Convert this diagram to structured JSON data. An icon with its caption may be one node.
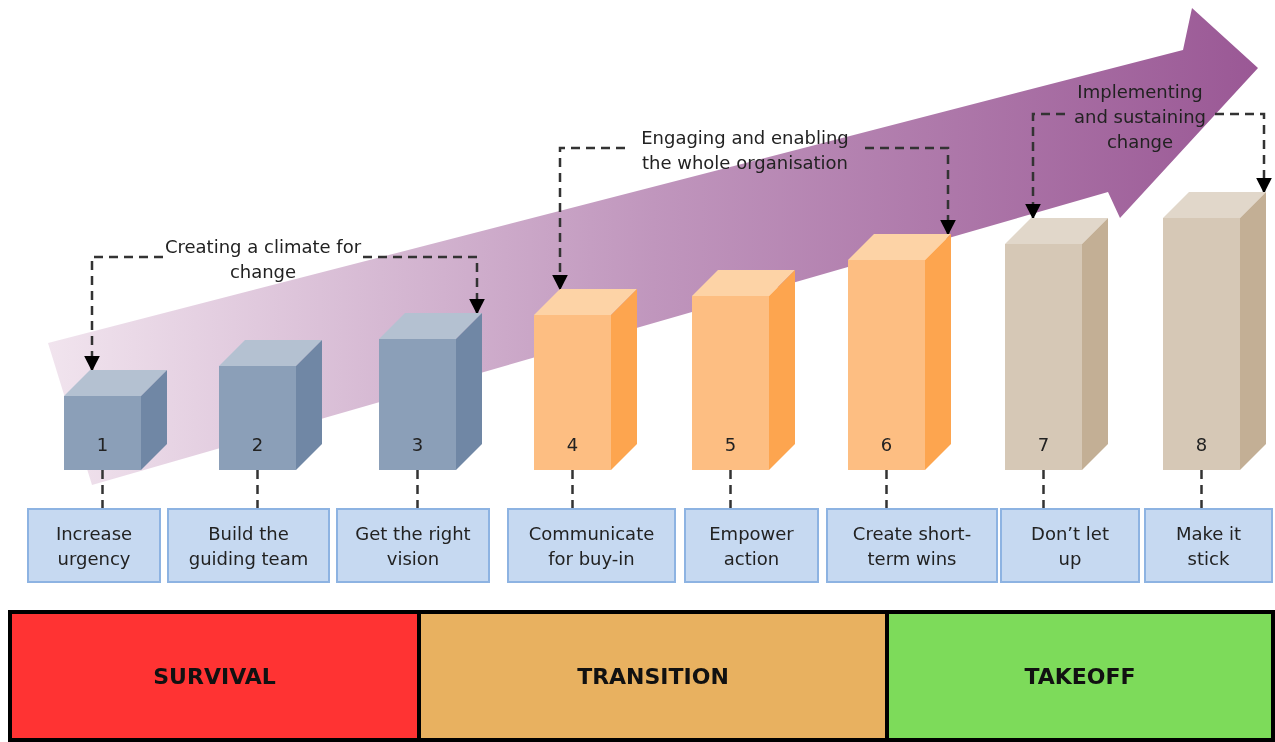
{
  "diagram": {
    "nodes": [
      {
        "text": [
          "Creating a climate for change"
        ]
      },
      {
        "text": [
          "Engaging and enabling the whole organisation"
        ]
      },
      {
        "text": [
          "Implementing and sustaining change"
        ]
      },
      {
        "text": [
          "1"
        ]
      },
      {
        "text": [
          "2"
        ]
      },
      {
        "text": [
          "3"
        ]
      },
      {
        "text": [
          "4"
        ]
      },
      {
        "text": [
          "5"
        ]
      },
      {
        "text": [
          "6"
        ]
      },
      {
        "text": [
          "7"
        ]
      },
      {
        "text": [
          "8"
        ]
      },
      {
        "text": [
          "Increase urgency"
        ]
      },
      {
        "text": [
          "Build the guiding team"
        ]
      },
      {
        "text": [
          "Get the right vision"
        ]
      },
      {
        "text": [
          "Communicate for buy-in"
        ]
      },
      {
        "text": [
          "Empower action"
        ]
      },
      {
        "text": [
          "Create short-term wins"
        ]
      },
      {
        "text": [
          "Don’t let up"
        ]
      },
      {
        "text": [
          "Make it stick"
        ]
      },
      {
        "text": [
          "SURVIVAL"
        ]
      },
      {
        "text": [
          "TRANSITION"
        ]
      },
      {
        "text": [
          "TAKEOFF"
        ]
      }
    ],
    "edges": [
      {
        "from": 0,
        "to": 3,
        "arrow": "to",
        "style": "dashed"
      },
      {
        "from": 0,
        "to": 5,
        "arrow": "to",
        "style": "dashed"
      },
      {
        "from": 1,
        "to": 6,
        "arrow": "to",
        "style": "dashed"
      },
      {
        "from": 1,
        "to": 8,
        "arrow": "to",
        "style": "dashed"
      },
      {
        "from": 2,
        "to": 9,
        "arrow": "to",
        "style": "dashed"
      },
      {
        "from": 2,
        "to": 10,
        "arrow": "to",
        "style": "dashed"
      },
      {
        "from": 3,
        "to": 11,
        "arrow": "none",
        "style": "dashed"
      },
      {
        "from": 4,
        "to": 12,
        "arrow": "none",
        "style": "dashed"
      },
      {
        "from": 5,
        "to": 13,
        "arrow": "none",
        "style": "dashed"
      },
      {
        "from": 6,
        "to": 14,
        "arrow": "none",
        "style": "dashed"
      },
      {
        "from": 7,
        "to": 15,
        "arrow": "none",
        "style": "dashed"
      },
      {
        "from": 8,
        "to": 16,
        "arrow": "none",
        "style": "dashed"
      },
      {
        "from": 9,
        "to": 17,
        "arrow": "none",
        "style": "dashed"
      },
      {
        "from": 10,
        "to": 18,
        "arrow": "none",
        "style": "dashed"
      }
    ]
  }
}
